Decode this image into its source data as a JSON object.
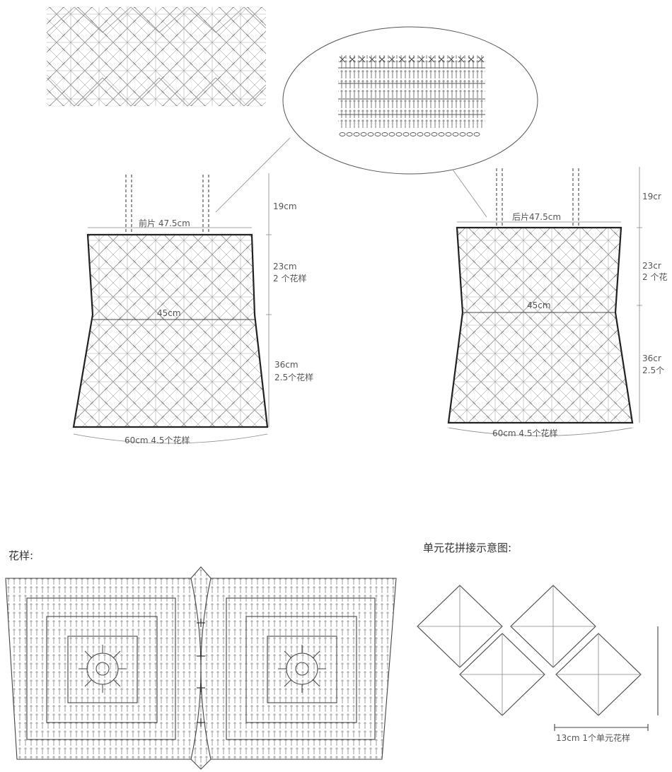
{
  "front_panel": {
    "name_width": "前片 47.5cm",
    "waist": "45cm",
    "bottom": "60cm  4.5个花样",
    "h_top": "19cm",
    "h_mid": "23cm",
    "h_mid_count": "2 个花样",
    "h_low": "36cm",
    "h_low_count": "2.5个花样"
  },
  "back_panel": {
    "name_width": "后片47.5cm",
    "waist": "45cm",
    "bottom": "60cm  4.5个花样",
    "h_top": "19cr",
    "h_mid": "23cr",
    "h_mid_count": "2 个花",
    "h_low": "36cr",
    "h_low_count": "2.5个"
  },
  "pattern_section": {
    "title": "花样:"
  },
  "joining_section": {
    "title": "单元花拼接示意图:",
    "unit_label": "13cm  1个单元花样"
  },
  "colors": {
    "ink": "#222222",
    "paper": "#ffffff",
    "grid": "#888888"
  }
}
